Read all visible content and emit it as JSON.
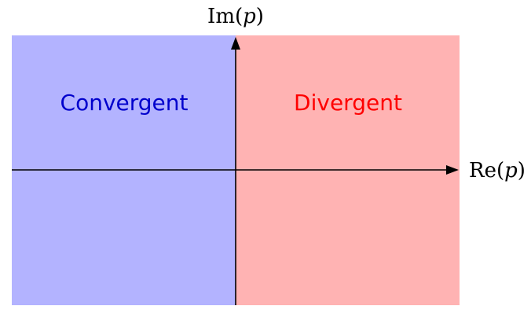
{
  "diagram": {
    "regions": {
      "left": {
        "label": "Convergent",
        "fill": "#b3b3ff",
        "text_color": "#0000cc"
      },
      "right": {
        "label": "Divergent",
        "fill": "#ffb3b3",
        "text_color": "#ff0000"
      }
    },
    "axes": {
      "horizontal": {
        "label": "Re(p)",
        "name": "Re",
        "variable": "p"
      },
      "vertical": {
        "label": "Im(p)",
        "name": "Im",
        "variable": "p"
      },
      "color": "#000000"
    }
  }
}
